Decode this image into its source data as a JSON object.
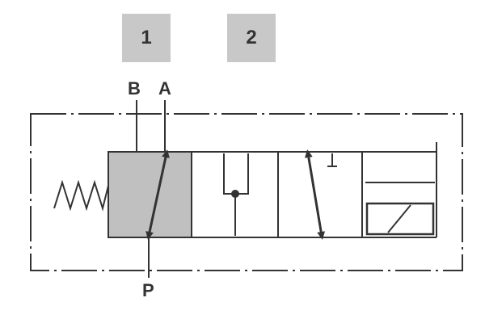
{
  "position_badges": [
    "1",
    "2"
  ],
  "ports": {
    "b": "B",
    "a": "A",
    "p": "P"
  },
  "colors": {
    "badge_fill": "#c8c8c8",
    "active_position_fill": "#c0c0c0",
    "line": "#333333",
    "text": "#333333",
    "background": "#ffffff"
  },
  "symbols": {
    "actuator_left": "spring-return",
    "actuator_right": "solenoid",
    "envelope": "dash-dot-boundary"
  }
}
